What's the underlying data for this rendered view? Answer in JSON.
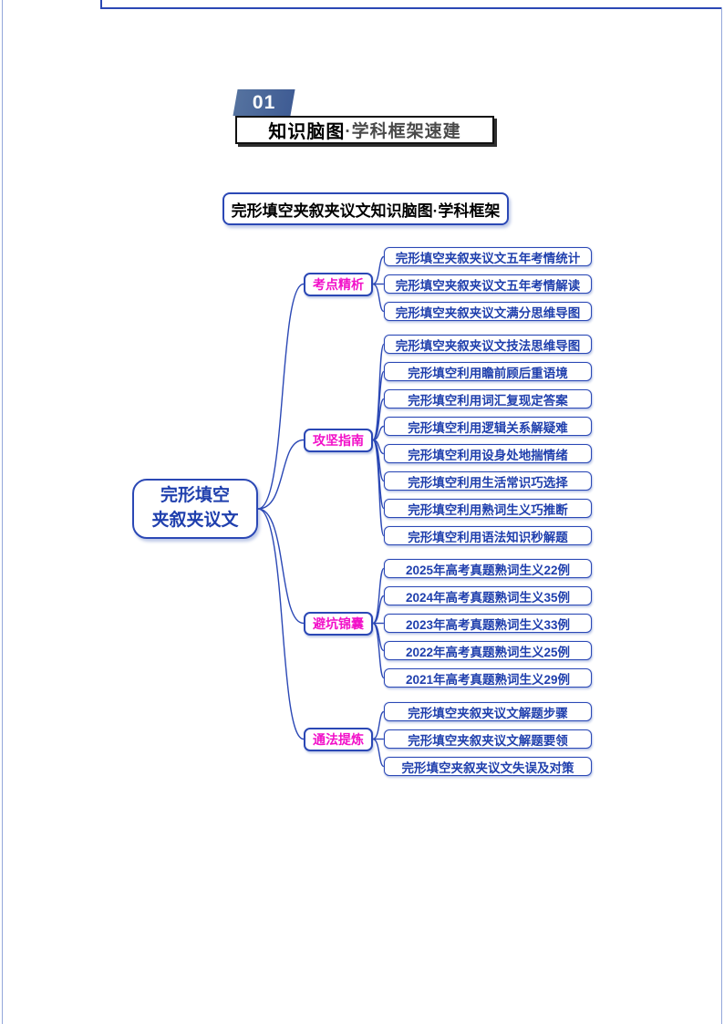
{
  "page": {
    "section_number": "01",
    "section_title_bold": "知识脑图",
    "section_title_rest": "·学科框架速建",
    "map_title": "完形填空夹叙夹议文知识脑图·学科框架"
  },
  "mindmap": {
    "root": {
      "line1": "完形填空",
      "line2": "夹叙夹议文"
    },
    "branches": [
      {
        "label": "考点精析",
        "leaves": [
          "完形填空夹叙夹议文五年考情统计",
          "完形填空夹叙夹议文五年考情解读",
          "完形填空夹叙夹议文满分思维导图"
        ]
      },
      {
        "label": "攻坚指南",
        "leaves": [
          "完形填空夹叙夹议文技法思维导图",
          "完形填空利用瞻前顾后重语境",
          "完形填空利用词汇复现定答案",
          "完形填空利用逻辑关系解疑难",
          "完形填空利用设身处地揣情绪",
          "完形填空利用生活常识巧选择",
          "完形填空利用熟词生义巧推断",
          "完形填空利用语法知识秒解题"
        ]
      },
      {
        "label": "避坑锦囊",
        "leaves": [
          "2025年高考真题熟词生义22例",
          "2024年高考真题熟词生义35例",
          "2023年高考真题熟词生义33例",
          "2022年高考真题熟词生义25例",
          "2021年高考真题熟词生义29例"
        ]
      },
      {
        "label": "通法提炼",
        "leaves": [
          "完形填空夹叙夹议文解题步骤",
          "完形填空夹叙夹议文解题要领",
          "完形填空夹叙夹议文失误及对策"
        ]
      }
    ],
    "colors": {
      "line": "#2b48b5",
      "border": "#2b48b5",
      "leaf_text": "#1f3fad",
      "branch_text": "#f211c9",
      "badge_blue": "#4a6aa5"
    }
  }
}
